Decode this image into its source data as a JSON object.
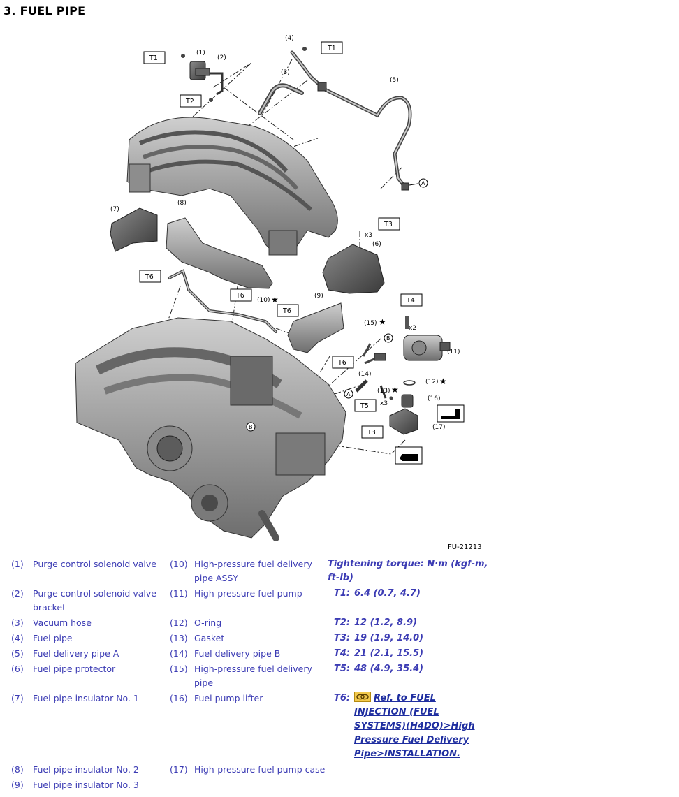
{
  "page": {
    "title": "3. FUEL PIPE",
    "figure_id": "FU-21213"
  },
  "diagram": {
    "callouts": [
      "(1)",
      "(2)",
      "(3)",
      "(4)",
      "(5)",
      "(6)",
      "(7)",
      "(8)",
      "(9)",
      "(10)",
      "(11)",
      "(12)",
      "(13)",
      "(14)",
      "(15)",
      "(16)",
      "(17)"
    ],
    "torque_tags": [
      "T1",
      "T1",
      "T2",
      "T3",
      "T4",
      "T5",
      "T6",
      "T6",
      "T6",
      "T6",
      "T3"
    ],
    "multipliers": [
      "x3",
      "x2",
      "x3"
    ],
    "ref_markers": [
      "A",
      "B",
      "A",
      "B"
    ],
    "star": "★"
  },
  "legend": {
    "items": [
      {
        "num": "(1)",
        "text": "Purge control solenoid valve"
      },
      {
        "num": "(2)",
        "text": "Purge control solenoid valve bracket"
      },
      {
        "num": "(3)",
        "text": "Vacuum hose"
      },
      {
        "num": "(4)",
        "text": "Fuel pipe"
      },
      {
        "num": "(5)",
        "text": "Fuel delivery pipe A"
      },
      {
        "num": "(6)",
        "text": "Fuel pipe protector"
      },
      {
        "num": "(7)",
        "text": "Fuel pipe insulator No. 1"
      },
      {
        "num": "(8)",
        "text": "Fuel pipe insulator No. 2"
      },
      {
        "num": "(9)",
        "text": "Fuel pipe insulator No. 3"
      },
      {
        "num": "(10)",
        "text": "High-pressure fuel delivery pipe ASSY"
      },
      {
        "num": "(11)",
        "text": "High-pressure fuel pump"
      },
      {
        "num": "(12)",
        "text": "O-ring"
      },
      {
        "num": "(13)",
        "text": "Gasket"
      },
      {
        "num": "(14)",
        "text": "Fuel delivery pipe B"
      },
      {
        "num": "(15)",
        "text": "High-pressure fuel delivery pipe"
      },
      {
        "num": "(16)",
        "text": "Fuel pump lifter"
      },
      {
        "num": "(17)",
        "text": "High-pressure fuel pump case"
      }
    ]
  },
  "torque": {
    "heading": "Tightening torque: N·m (kgf-m, ft-lb)",
    "values": [
      {
        "code": "T1:",
        "value": "6.4 (0.7, 4.7)"
      },
      {
        "code": "T2:",
        "value": "12 (1.2, 8.9)"
      },
      {
        "code": "T3:",
        "value": "19 (1.9, 14.0)"
      },
      {
        "code": "T4:",
        "value": "21 (2.1, 15.5)"
      },
      {
        "code": "T5:",
        "value": "48 (4.9, 35.4)"
      },
      {
        "code": "T6:",
        "value": ""
      }
    ],
    "t6_ref": "Ref. to FUEL INJECTION (FUEL SYSTEMS)(H4DO)>High Pressure Fuel Delivery Pipe>INSTALLATION."
  }
}
